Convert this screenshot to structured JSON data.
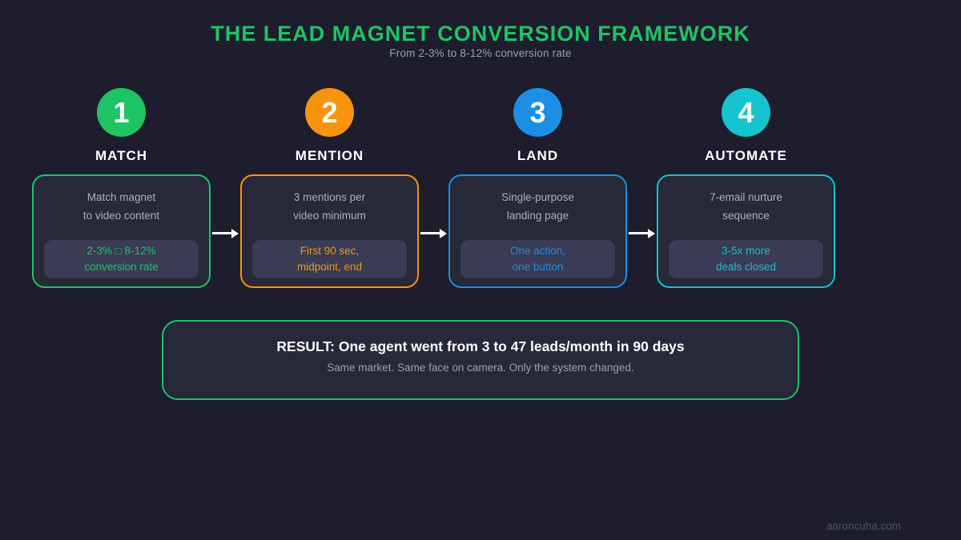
{
  "header": {
    "title": "THE LEAD MAGNET CONVERSION FRAMEWORK",
    "subtitle": "From 2-3% to 8-12% conversion rate"
  },
  "steps": [
    {
      "number": "1",
      "label": "MATCH",
      "description_line1": "Match magnet",
      "description_line2": "to video content",
      "highlight_line1": "2-3% □ 8-12%",
      "highlight_line2": "conversion rate",
      "color": "#1ec463"
    },
    {
      "number": "2",
      "label": "MENTION",
      "description_line1": "3 mentions per",
      "description_line2": "video minimum",
      "highlight_line1": "First 90 sec,",
      "highlight_line2": "midpoint, end",
      "color": "#f7930d"
    },
    {
      "number": "3",
      "label": "LAND",
      "description_line1": "Single-purpose",
      "description_line2": "landing page",
      "highlight_line1": "One action,",
      "highlight_line2": "one button",
      "color": "#1a8fe3"
    },
    {
      "number": "4",
      "label": "AUTOMATE",
      "description_line1": "7-email nurture",
      "description_line2": "sequence",
      "highlight_line1": "3-5x more",
      "highlight_line2": "deals closed",
      "color": "#14c4ce"
    }
  ],
  "result": {
    "title": "RESULT: One agent went from 3 to 47 leads/month in 90 days",
    "subtitle": "Same market. Same face on camera. Only the system changed."
  },
  "footer": {
    "watermark": "aaroncuha.com"
  },
  "icons": {
    "between_steps": "arrow-right"
  },
  "colors": {
    "background": "#1d1d2e",
    "card_background": "#272838",
    "highlight_background": "#3a3b54",
    "green": "#1ec463",
    "orange": "#f7930d",
    "blue": "#1a8fe3",
    "teal": "#14c4ce",
    "text_primary": "#ffffff",
    "text_muted": "#aab0c0",
    "text_dim": "#9aa1ad",
    "watermark": "#4b5166",
    "arrow": "#ffffff"
  }
}
